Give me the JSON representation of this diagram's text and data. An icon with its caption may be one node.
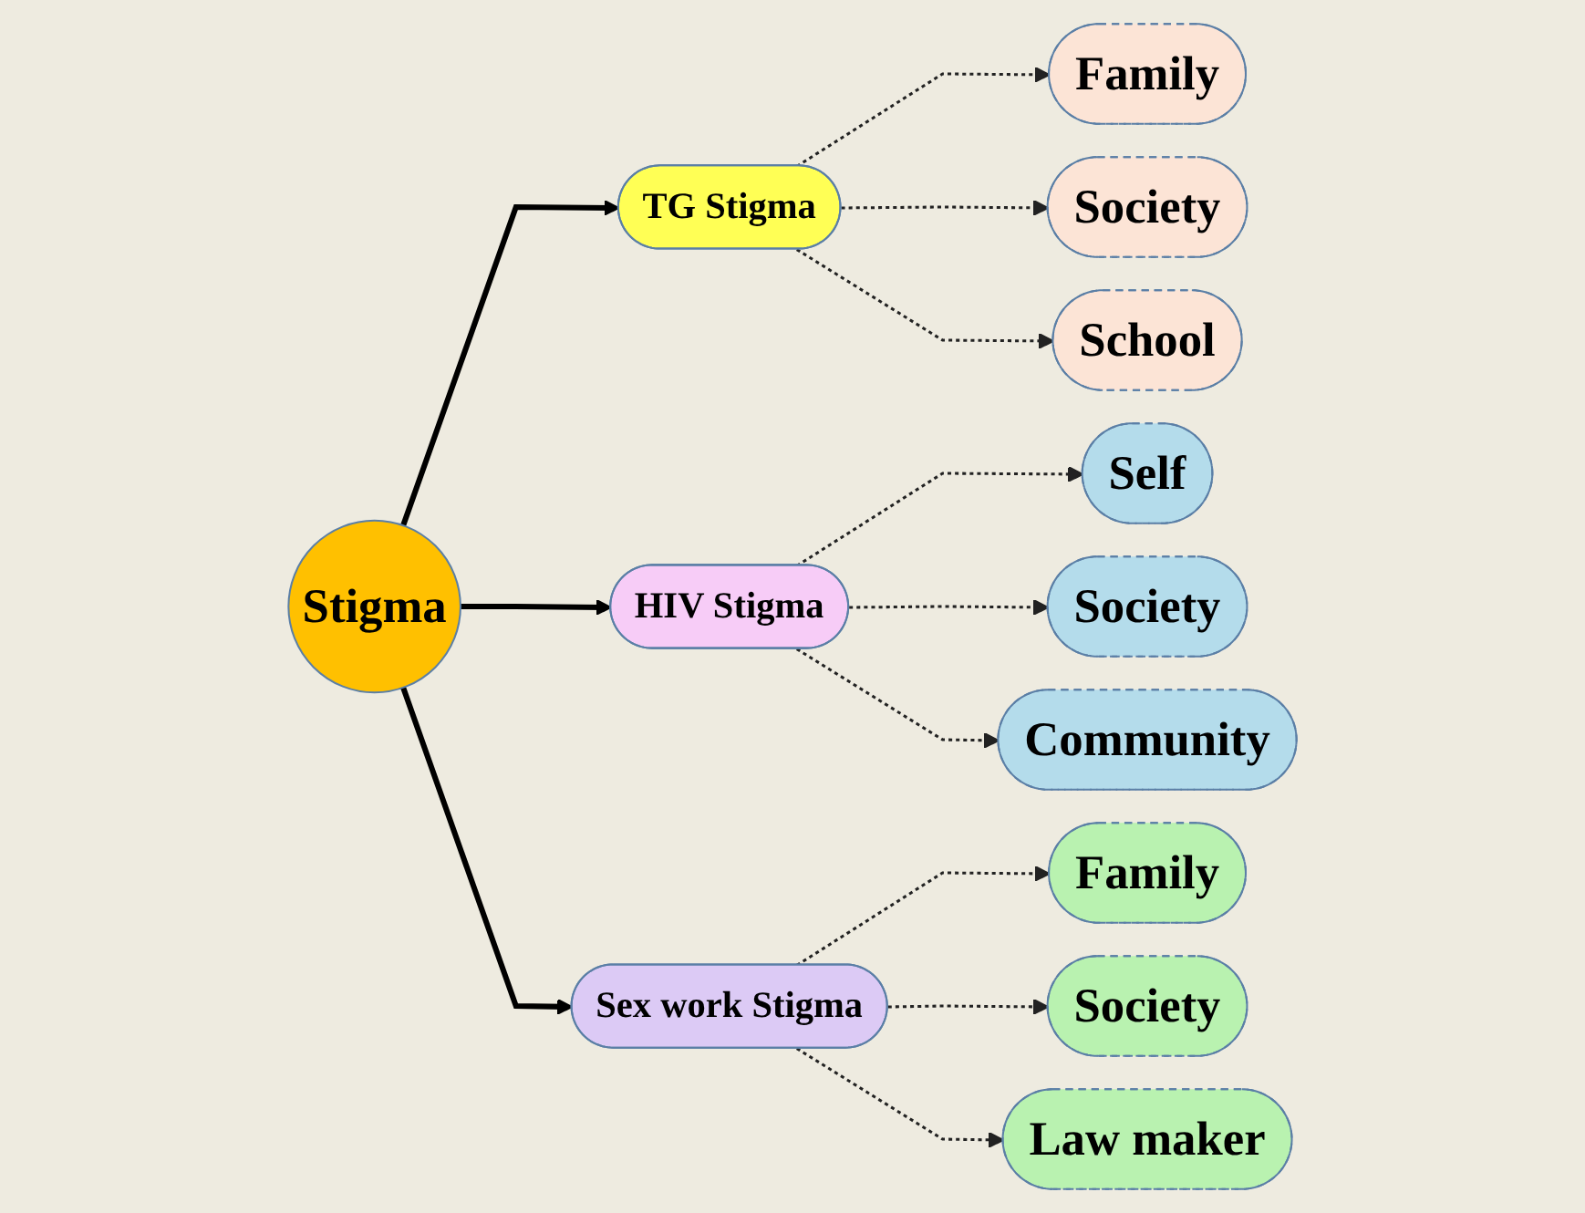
{
  "diagram": {
    "nodes": [
      {
        "text": [
          "Stigma"
        ]
      },
      {
        "text": [
          "TG Stigma"
        ]
      },
      {
        "text": [
          "HIV Stigma"
        ]
      },
      {
        "text": [
          "Sex work Stigma"
        ]
      },
      {
        "text": [
          "Family"
        ]
      },
      {
        "text": [
          "Society"
        ]
      },
      {
        "text": [
          "School"
        ]
      },
      {
        "text": [
          "Self"
        ]
      },
      {
        "text": [
          "Society"
        ]
      },
      {
        "text": [
          "Community"
        ]
      },
      {
        "text": [
          "Family"
        ]
      },
      {
        "text": [
          "Society"
        ]
      },
      {
        "text": [
          "Law maker"
        ]
      }
    ],
    "edges": [
      {
        "from": 0,
        "to": 1,
        "arrow": "to",
        "style": "thick"
      },
      {
        "from": 0,
        "to": 2,
        "arrow": "to",
        "style": "thick"
      },
      {
        "from": 0,
        "to": 3,
        "arrow": "to",
        "style": "thick"
      },
      {
        "from": 1,
        "to": 4,
        "arrow": "to",
        "style": "dashed"
      },
      {
        "from": 1,
        "to": 5,
        "arrow": "to",
        "style": "dashed"
      },
      {
        "from": 1,
        "to": 6,
        "arrow": "to",
        "style": "dashed"
      },
      {
        "from": 2,
        "to": 7,
        "arrow": "to",
        "style": "dashed"
      },
      {
        "from": 2,
        "to": 8,
        "arrow": "to",
        "style": "dashed"
      },
      {
        "from": 2,
        "to": 9,
        "arrow": "to",
        "style": "dashed"
      },
      {
        "from": 3,
        "to": 10,
        "arrow": "to",
        "style": "dashed"
      },
      {
        "from": 3,
        "to": 11,
        "arrow": "to",
        "style": "dashed"
      },
      {
        "from": 3,
        "to": 12,
        "arrow": "to",
        "style": "dashed"
      }
    ]
  }
}
